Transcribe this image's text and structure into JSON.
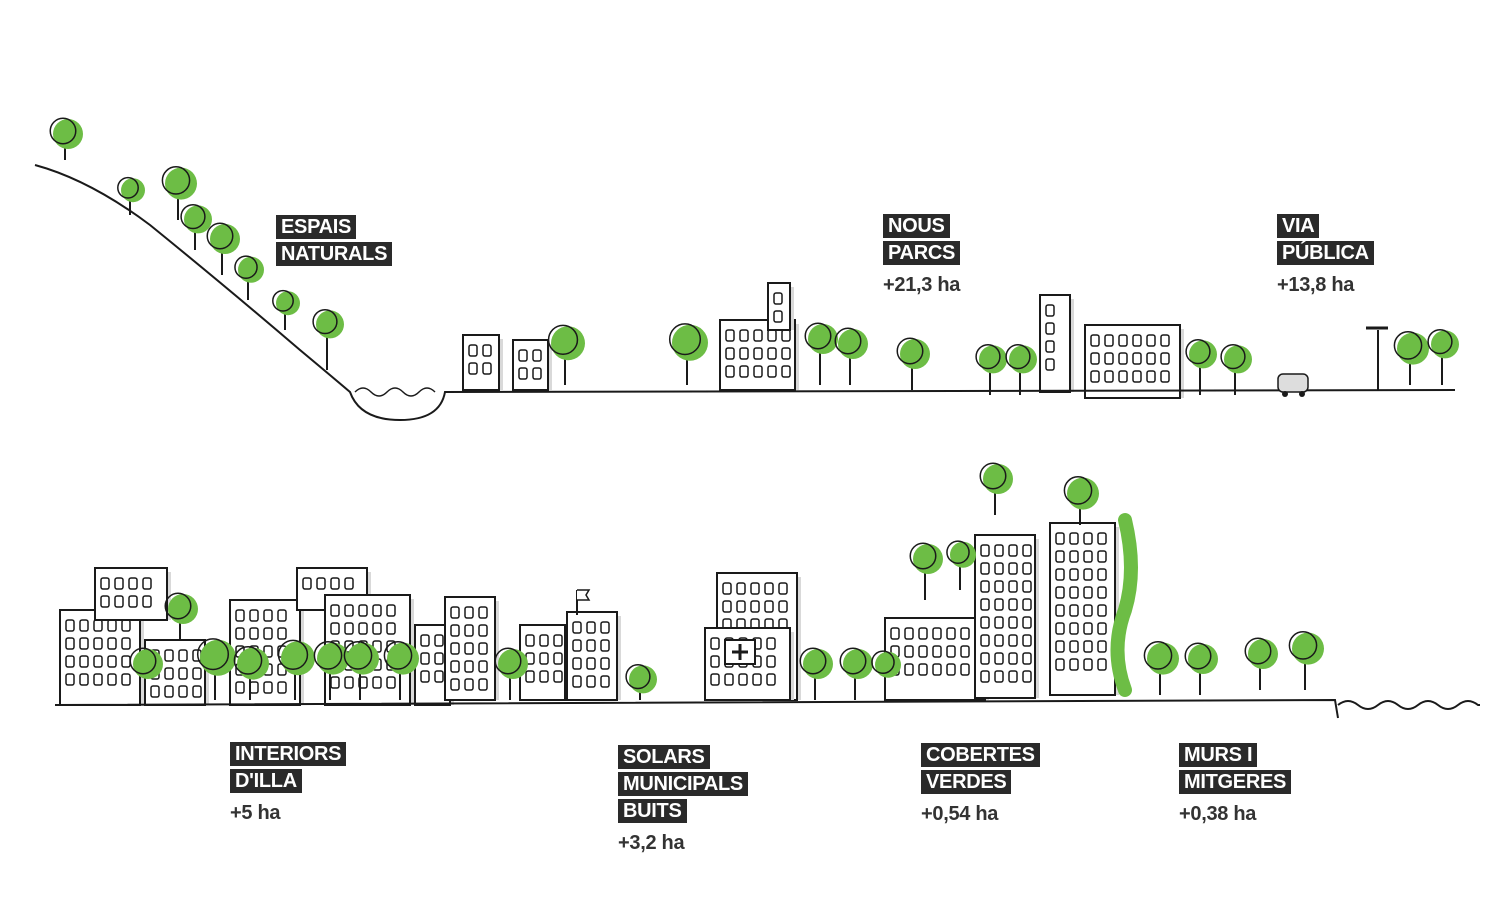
{
  "colors": {
    "tree_green": "#6dbd45",
    "ink": "#1a1a1a",
    "label_bg": "#2a2a2a",
    "shade": "#d9d9d9"
  },
  "labels": {
    "espais_naturals": {
      "lines": [
        "ESPAIS",
        "NATURALS"
      ]
    },
    "nous_parcs": {
      "lines": [
        "NOUS",
        "PARCS"
      ],
      "value": "+21,3 ha"
    },
    "via_publica": {
      "lines": [
        "VIA",
        "PÚBLICA"
      ],
      "value": "+13,8 ha"
    },
    "interiors_illa": {
      "lines": [
        "INTERIORS",
        "D'ILLA"
      ],
      "value": "+5 ha"
    },
    "solars_municipals": {
      "lines": [
        "SOLARS",
        "MUNICIPALS",
        "BUITS"
      ],
      "value": "+3,2 ha"
    },
    "cobertes_verdes": {
      "lines": [
        "COBERTES",
        "VERDES"
      ],
      "value": "+0,54 ha"
    },
    "murs_mitgeres": {
      "lines": [
        "MURS I",
        "MITGERES"
      ],
      "value": "+0,38 ha"
    }
  }
}
